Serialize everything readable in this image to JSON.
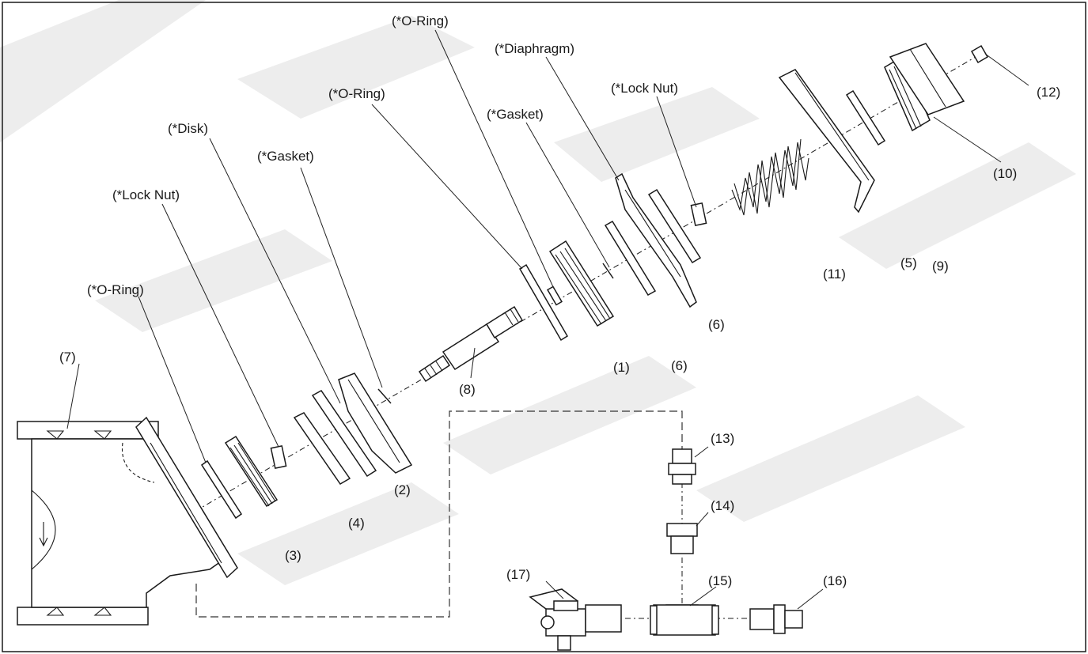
{
  "labels": {
    "o_ring_main": "(*O-Ring)",
    "lock_nut_main": "(*Lock Nut)",
    "disk": "(*Disk)",
    "gasket_main": "(*Gasket)",
    "o_ring_mid": "(*O-Ring)",
    "o_ring_top": "(*O-Ring)",
    "gasket_upper": "(*Gasket)",
    "diaphragm": "(*Diaphragm)",
    "lock_nut_upper": "(*Lock Nut)",
    "n1": "(1)",
    "n2": "(2)",
    "n3": "(3)",
    "n4": "(4)",
    "n5": "(5)",
    "n6a": "(6)",
    "n6b": "(6)",
    "n7": "(7)",
    "n8": "(8)",
    "n9": "(9)",
    "n10": "(10)",
    "n11": "(11)",
    "n12": "(12)",
    "n13": "(13)",
    "n14": "(14)",
    "n15": "(15)",
    "n16": "(16)",
    "n17": "(17)"
  }
}
